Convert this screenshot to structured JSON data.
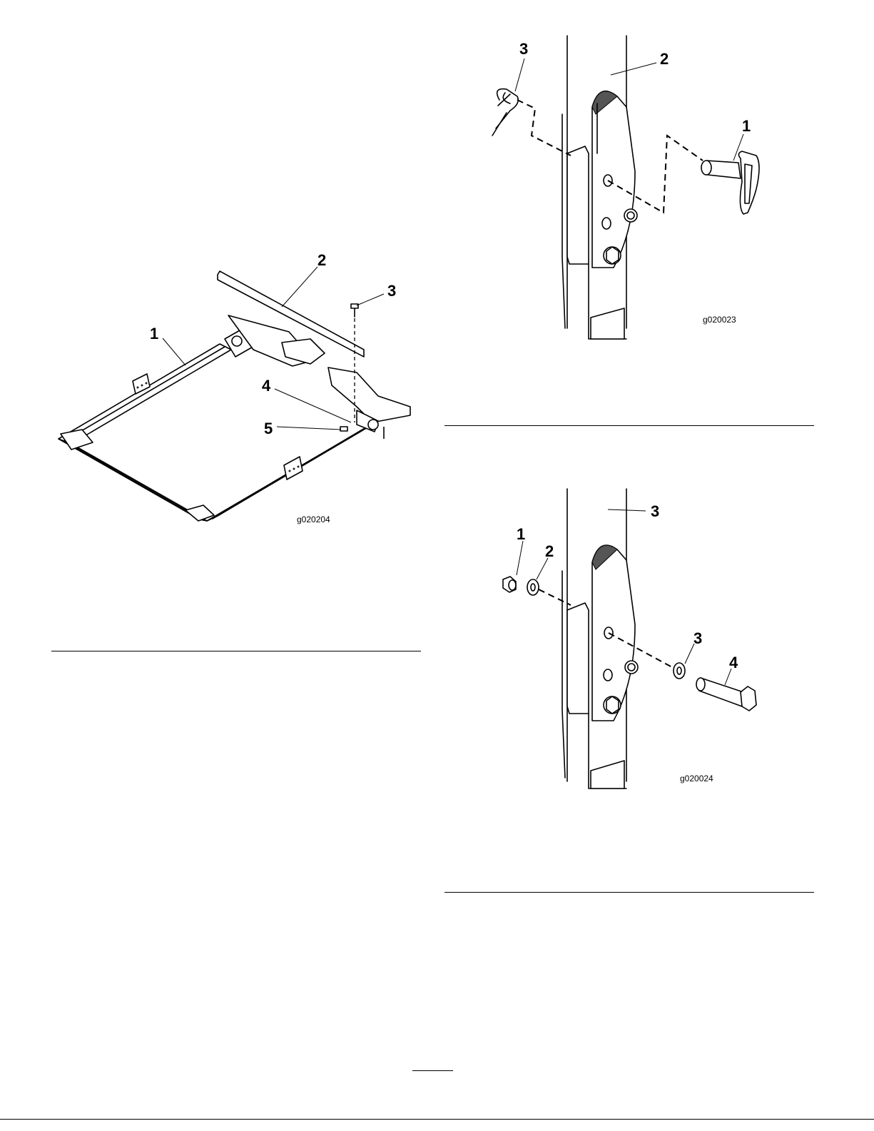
{
  "figures": [
    {
      "id": "frame",
      "image_code": "g020204",
      "callouts": [
        "1",
        "2",
        "3",
        "4",
        "5"
      ]
    },
    {
      "id": "pin-clip",
      "image_code": "g020023",
      "callouts": [
        "1",
        "2",
        "3"
      ]
    },
    {
      "id": "bolt-nut",
      "image_code": "g020024",
      "callouts": [
        "1",
        "2",
        "3",
        "3",
        "4"
      ]
    }
  ]
}
